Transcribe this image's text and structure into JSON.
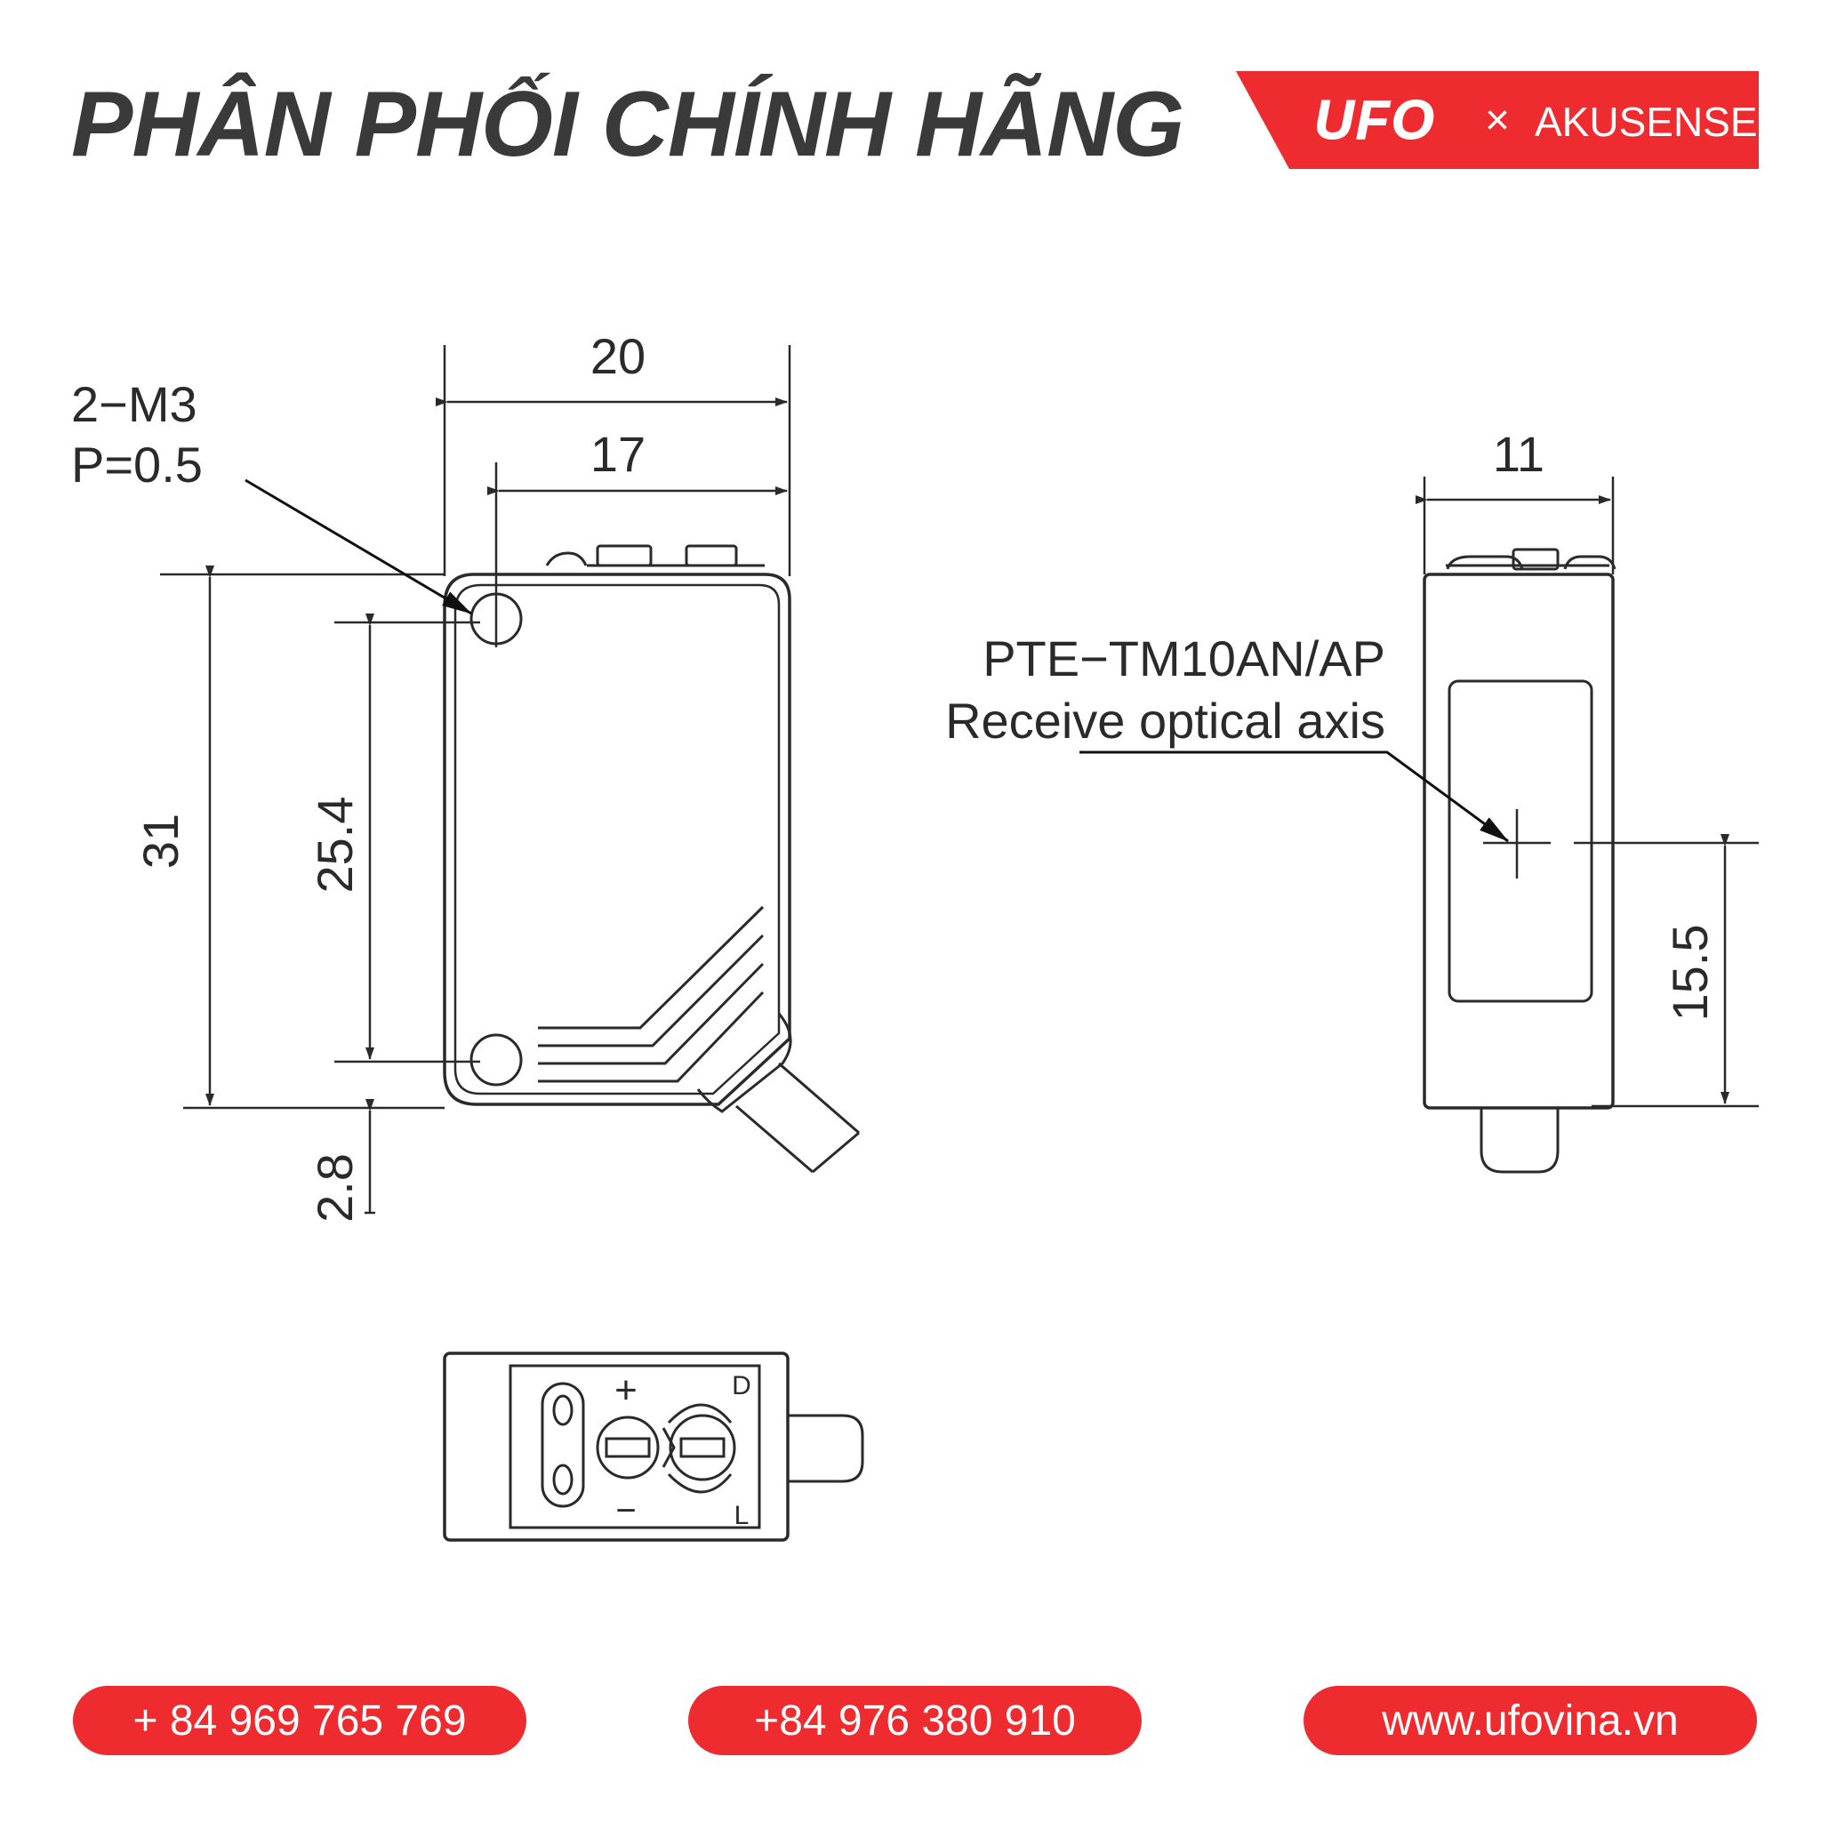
{
  "header": {
    "headline": "PHÂN PHỐI CHÍNH HÃNG",
    "brand": "UFO",
    "separator": "×",
    "partner": "AKUSENSE"
  },
  "drawing": {
    "dimensions": {
      "width_total": "20",
      "hole_spacing_horizontal": "17",
      "height_total": "31",
      "hole_spacing_vertical": "25.4",
      "hole_offset_bottom": "2.8",
      "side_width": "11",
      "optical_axis_height": "15.5"
    },
    "callouts": {
      "mount_line1": "2−M3",
      "mount_line2": "P=0.5",
      "model": "PTE−TM10AN/AP",
      "axis_label": "Receive optical axis"
    },
    "panel_symbols": {
      "plus": "+",
      "minus": "−",
      "dark": "D",
      "light": "L"
    }
  },
  "footer": {
    "phone_1": "+ 84 969 765 769",
    "phone_2": "+84 976 380 910",
    "website": "www.ufovina.vn"
  },
  "colors": {
    "accent": "#ee2b2f",
    "headline": "#3a3a3a",
    "line": "#2a2a2a"
  }
}
